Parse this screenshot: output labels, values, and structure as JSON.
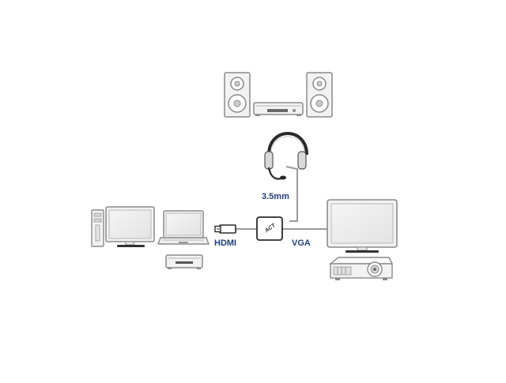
{
  "labels": {
    "audio": "3.5mm",
    "input": "HDMI",
    "output": "VGA",
    "logo": "ACT"
  },
  "colors": {
    "label": "#1f3f7a",
    "outline": "#8a8a8a",
    "fill": "#f1f1f1",
    "dark": "#2a2a2a",
    "cable": "#9a9a9a"
  },
  "devices": [
    {
      "icon": "speaker-icon"
    },
    {
      "icon": "audio-receiver-icon"
    },
    {
      "icon": "speaker-icon"
    },
    {
      "icon": "headset-icon"
    },
    {
      "icon": "desktop-tower-icon"
    },
    {
      "icon": "desktop-monitor-icon"
    },
    {
      "icon": "laptop-icon"
    },
    {
      "icon": "media-player-icon"
    },
    {
      "icon": "hdmi-plug-icon"
    },
    {
      "icon": "adapter-box-icon"
    },
    {
      "icon": "vga-monitor-icon"
    },
    {
      "icon": "projector-icon"
    }
  ]
}
